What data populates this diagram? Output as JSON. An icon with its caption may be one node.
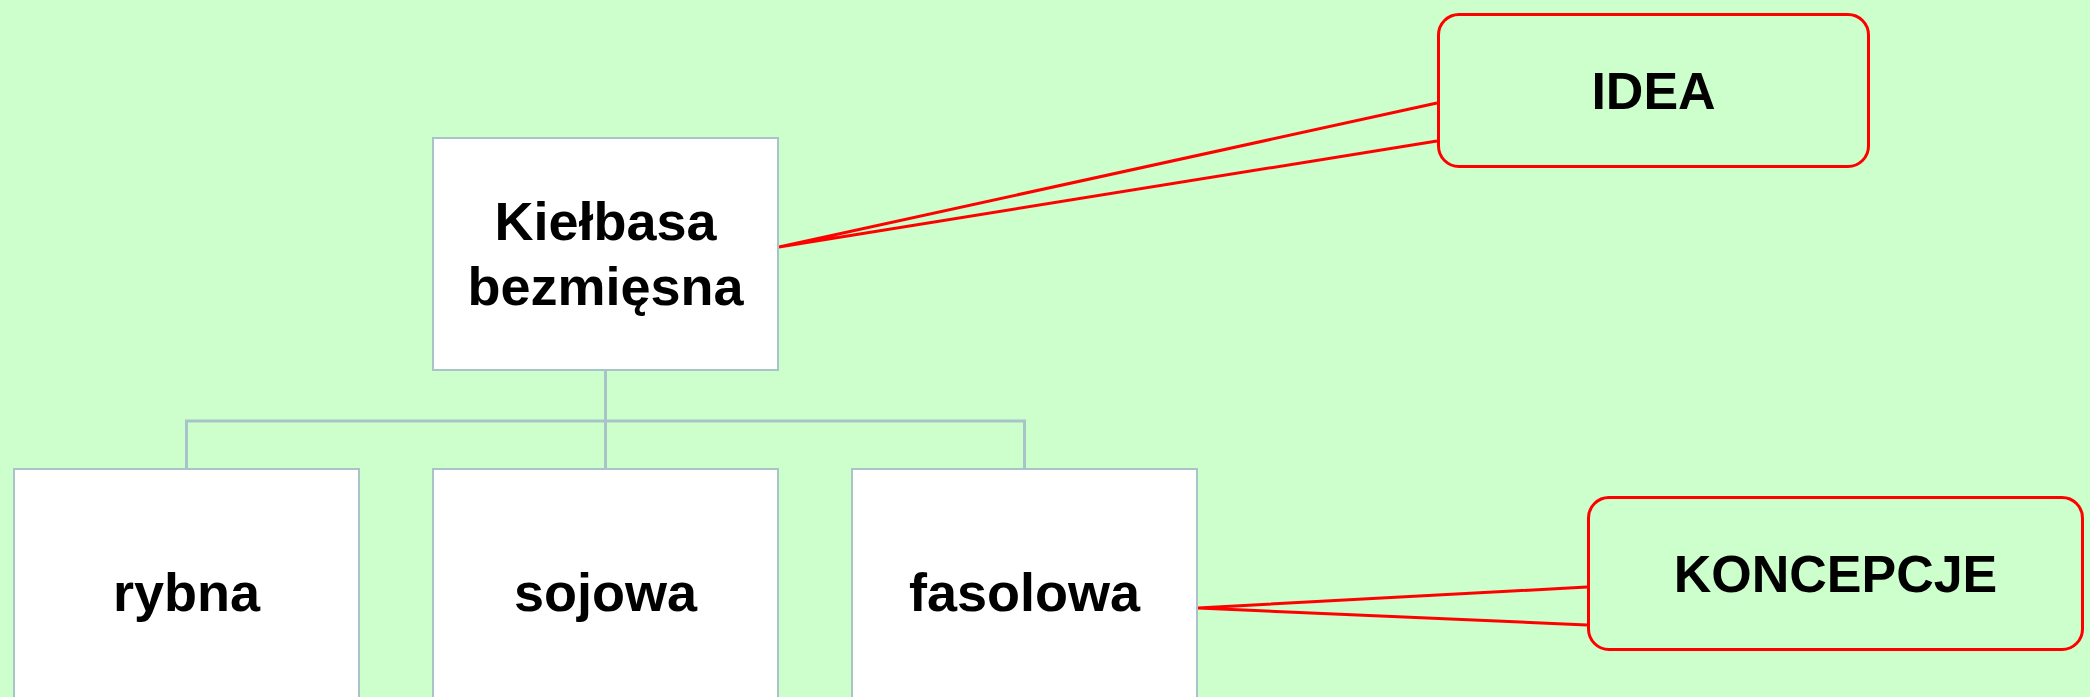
{
  "diagram": {
    "nodes": [
      {
        "text": [
          "IDEA"
        ]
      },
      {
        "text": [
          "Kiełbasa bezmięsna"
        ]
      },
      {
        "text": [
          "rybna"
        ]
      },
      {
        "text": [
          "sojowa"
        ]
      },
      {
        "text": [
          "fasolowa"
        ]
      },
      {
        "text": [
          "KONCEPCJE"
        ]
      }
    ],
    "edges": [
      {
        "from": 1,
        "to": 2,
        "arrow": "none"
      },
      {
        "from": 1,
        "to": 3,
        "arrow": "none"
      },
      {
        "from": 1,
        "to": 4,
        "arrow": "none"
      },
      {
        "from": 0,
        "to": 1,
        "arrow": "none",
        "color": "#ff0000"
      },
      {
        "from": 5,
        "to": 4,
        "arrow": "none",
        "color": "#ff0000"
      }
    ]
  }
}
